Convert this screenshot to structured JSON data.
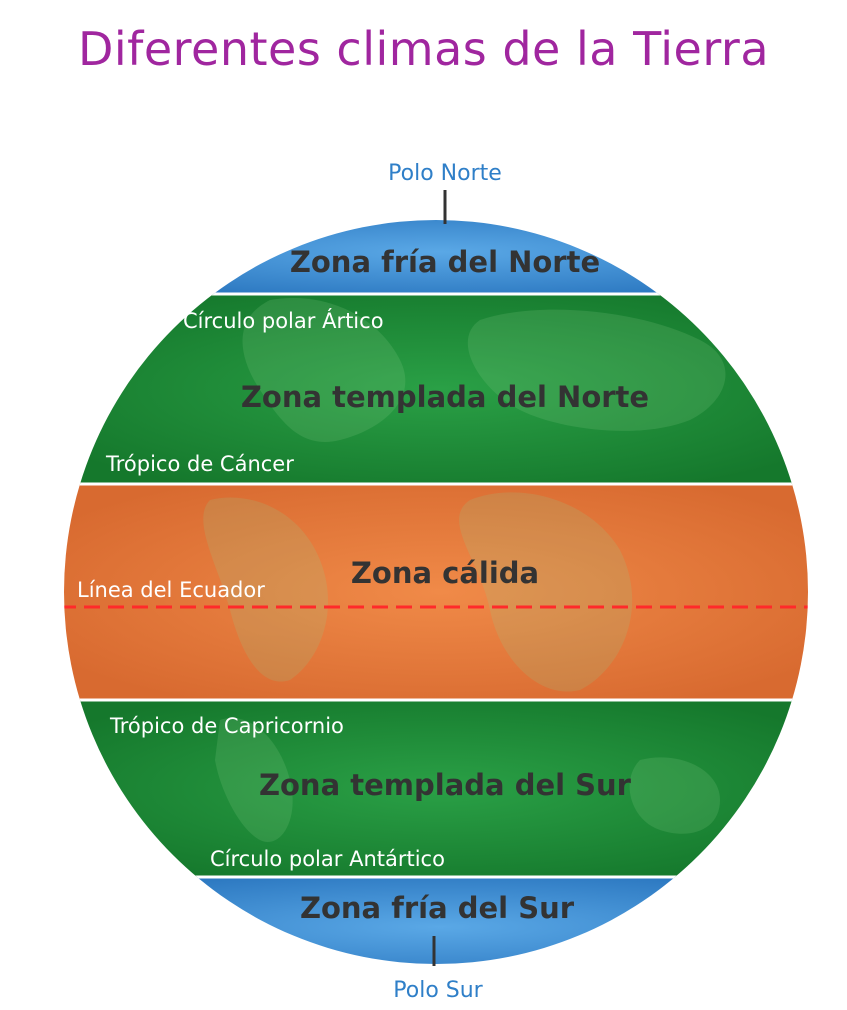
{
  "title": "Diferentes climas de la Tierra",
  "poles": {
    "north": "Polo Norte",
    "south": "Polo Sur"
  },
  "zones": {
    "north_cold": "Zona fría del Norte",
    "north_temperate": "Zona templada del Norte",
    "warm": "Zona cálida",
    "south_temperate": "Zona templada del Sur",
    "south_cold": "Zona fría del Sur"
  },
  "lines": {
    "arctic_circle": "Círculo polar Ártico",
    "tropic_cancer": "Trópico de Cáncer",
    "equator": "Línea del Ecuador",
    "tropic_capricorn": "Trópico de Capricornio",
    "antarctic_circle": "Círculo polar Antártico"
  },
  "colors": {
    "title": "#a0269f",
    "cold_zone": "#3a8ed4",
    "temperate_zone": "#1e8f3a",
    "warm_zone": "#e07a3c",
    "equator_line": "#ff2a2a",
    "pole_label": "#2f7fc8"
  }
}
